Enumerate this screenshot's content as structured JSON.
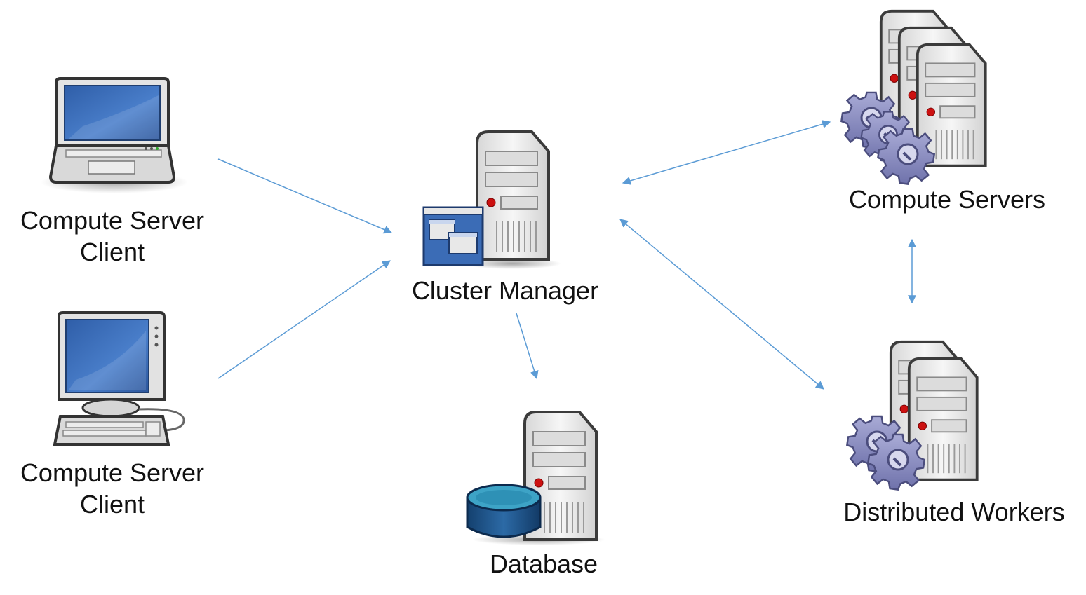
{
  "nodes": {
    "client_laptop": {
      "label_line1": "Compute Server",
      "label_line2": "Client",
      "icon": "laptop-icon"
    },
    "client_desktop": {
      "label_line1": "Compute Server",
      "label_line2": "Client",
      "icon": "desktop-computer-icon"
    },
    "cluster_manager": {
      "label": "Cluster Manager",
      "icon": "server-with-window-icon"
    },
    "database": {
      "label": "Database",
      "icon": "server-with-database-icon"
    },
    "compute_servers": {
      "label": "Compute Servers",
      "icon": "server-stack-with-gears-icon"
    },
    "distributed_workers": {
      "label": "Distributed Workers",
      "icon": "server-pair-with-gears-icon"
    }
  },
  "edges": [
    {
      "from": "client_laptop",
      "to": "cluster_manager",
      "direction": "forward"
    },
    {
      "from": "client_desktop",
      "to": "cluster_manager",
      "direction": "forward"
    },
    {
      "from": "cluster_manager",
      "to": "database",
      "direction": "forward"
    },
    {
      "from": "cluster_manager",
      "to": "compute_servers",
      "direction": "both"
    },
    {
      "from": "cluster_manager",
      "to": "distributed_workers",
      "direction": "both"
    },
    {
      "from": "compute_servers",
      "to": "distributed_workers",
      "direction": "both"
    }
  ],
  "colors": {
    "arrow": "#5b9bd5",
    "text": "#111111",
    "screen": "#3a69b5",
    "server_body": "#ececec",
    "server_outline": "#333333",
    "gear": "#8c8fc2",
    "db": "#1e4f84"
  }
}
